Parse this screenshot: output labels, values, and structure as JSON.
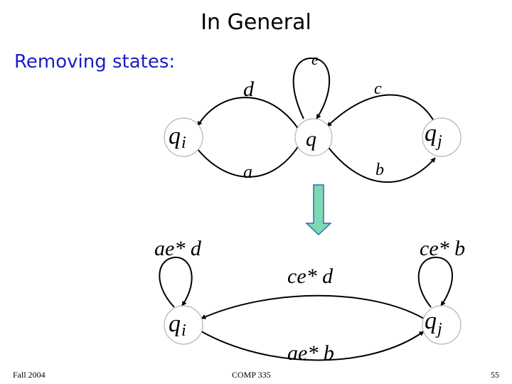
{
  "slide": {
    "title": "In General",
    "subtitle": "Removing states:",
    "footer_left": "Fall 2004",
    "footer_center": "COMP 335",
    "footer_right": "55"
  },
  "diagram_before": {
    "nodes": {
      "qi": "q",
      "qi_sub": "i",
      "q": "q",
      "qj": "q",
      "qj_sub": "j"
    },
    "edges": {
      "d": "d",
      "e": "e",
      "c": "c",
      "a": "a",
      "b": "b"
    }
  },
  "diagram_after": {
    "nodes": {
      "qi": "q",
      "qi_sub": "i",
      "qj": "q",
      "qj_sub": "j"
    },
    "edges": {
      "loop_qi": "ae* d",
      "loop_qj": "ce* b",
      "qj_to_qi": "ce* d",
      "qi_to_qj": "ae* b"
    }
  },
  "colors": {
    "subtitle": "#1c1cc8",
    "arrow_fill": "#7fd8b4",
    "arrow_stroke": "#2b6fb0"
  }
}
